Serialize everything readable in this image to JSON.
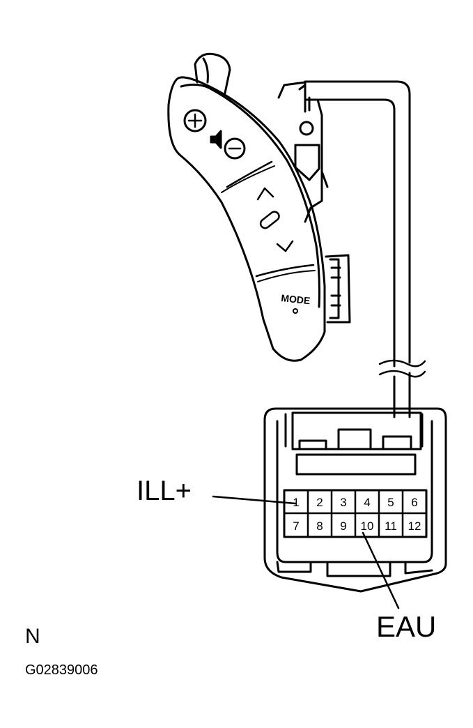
{
  "labels": {
    "ill": "ILL+",
    "eau": "EAU",
    "n": "N",
    "code": "G02839006"
  },
  "switch": {
    "mode_label": "MODE",
    "plus_symbol": "+",
    "minus_symbol": "−",
    "icons": [
      "volume-up-icon",
      "speaker-icon",
      "volume-down-icon",
      "seek-up-icon",
      "track-toggle-icon",
      "seek-down-icon",
      "mode-indicator-icon"
    ]
  },
  "connector": {
    "pins_top": [
      "1",
      "2",
      "3",
      "4",
      "5",
      "6"
    ],
    "pins_bottom": [
      "7",
      "8",
      "9",
      "10",
      "11",
      "12"
    ]
  },
  "colors": {
    "line": "#000000",
    "background": "#ffffff"
  }
}
